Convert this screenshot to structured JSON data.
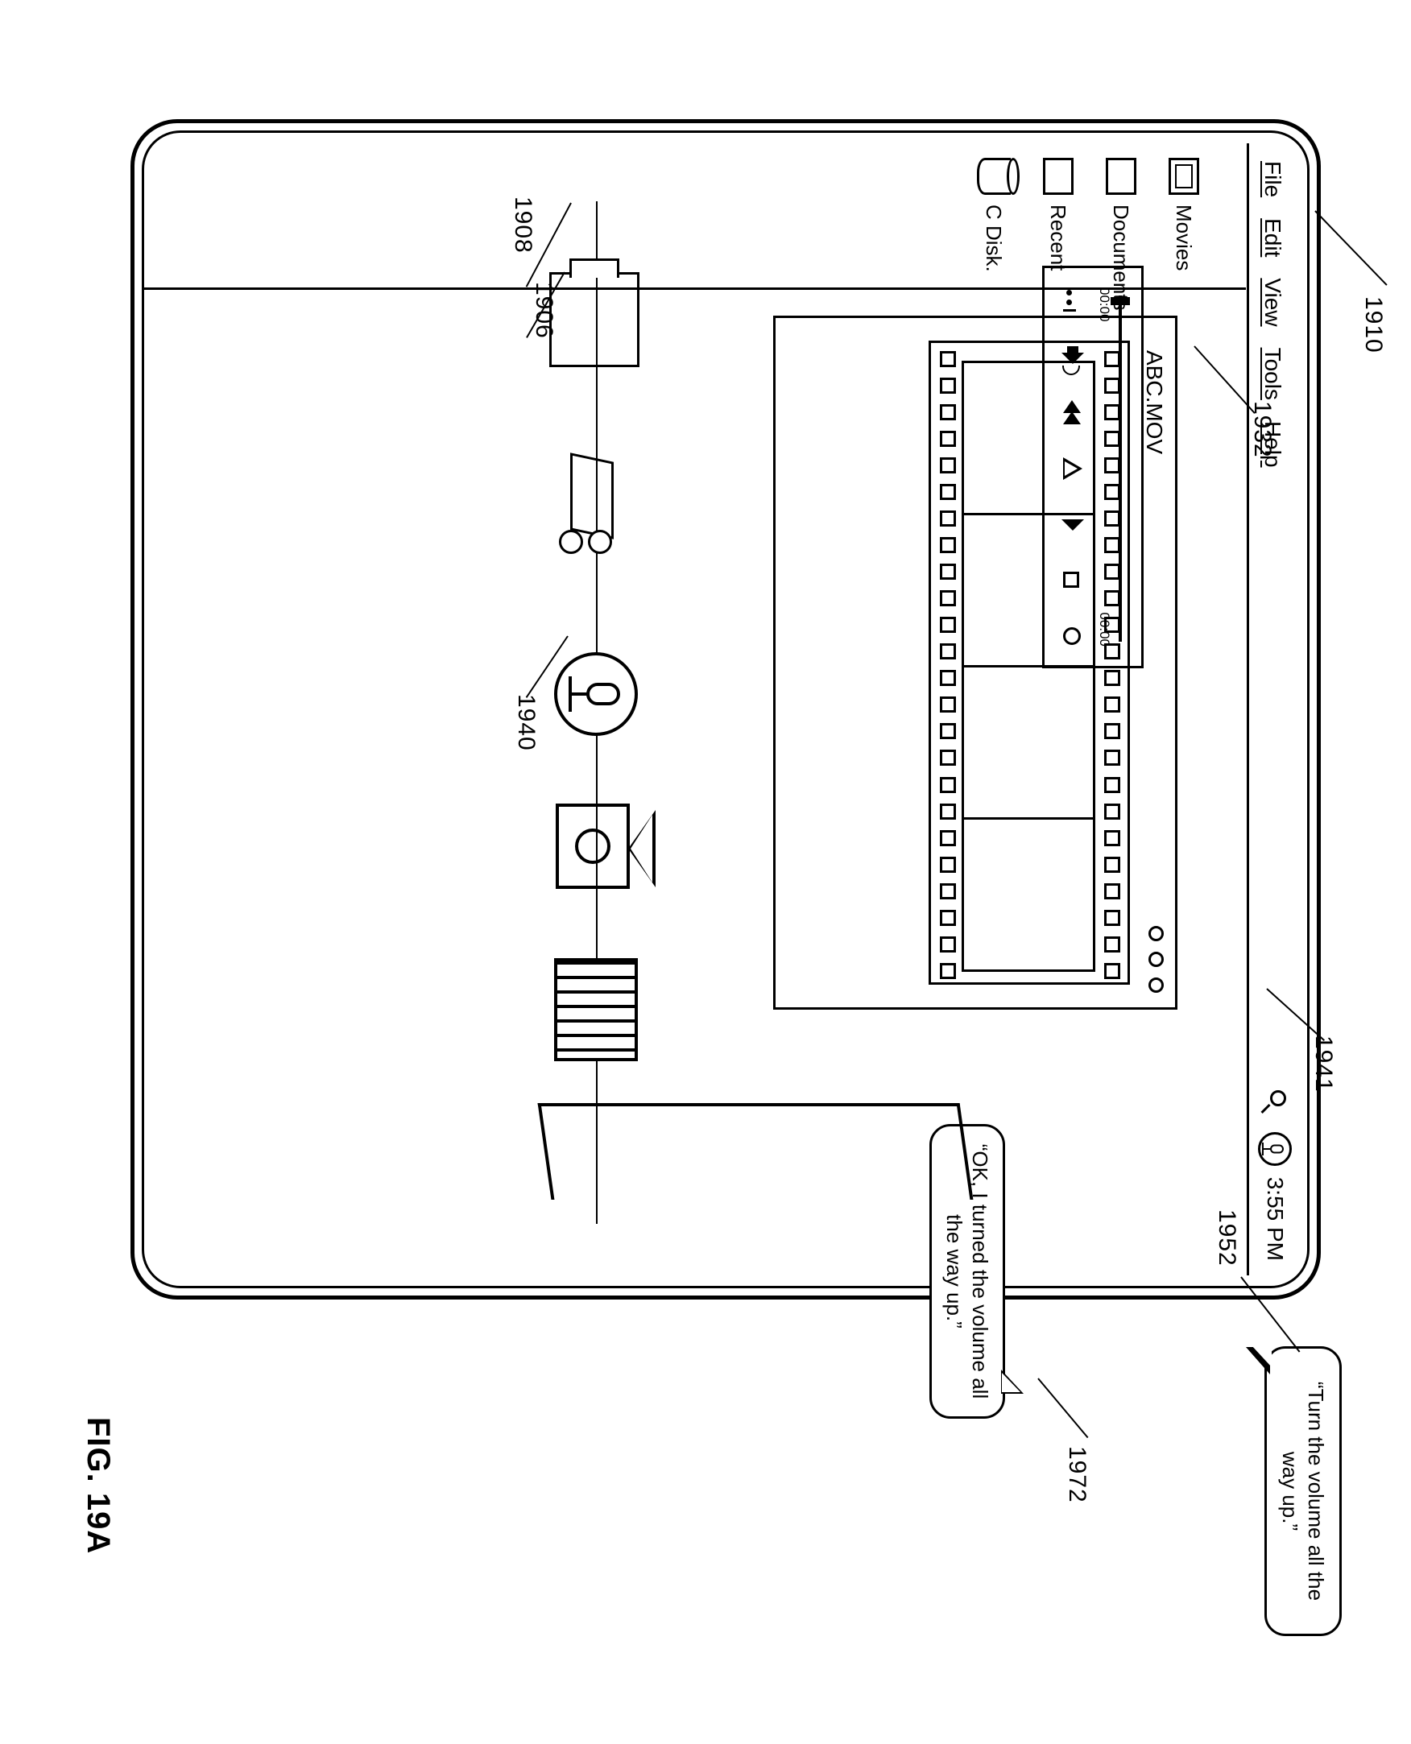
{
  "figure": {
    "caption": "FIG. 19A",
    "reference_numerals": [
      {
        "id": "1910",
        "label": "1910"
      },
      {
        "id": "1941",
        "label": "1941"
      },
      {
        "id": "1906",
        "label": "1906"
      },
      {
        "id": "1932",
        "label": "1932"
      },
      {
        "id": "1952",
        "label": "1952"
      },
      {
        "id": "1972",
        "label": "1972"
      },
      {
        "id": "1940",
        "label": "1940"
      },
      {
        "id": "1908",
        "label": "1908"
      }
    ]
  },
  "menubar": {
    "items": [
      {
        "label": "File"
      },
      {
        "label": "Edit"
      },
      {
        "label": "View"
      },
      {
        "label": "Tools"
      },
      {
        "label": "Help"
      }
    ],
    "clock": "3:55 PM",
    "mic_icon": "microphone-icon",
    "search_icon": "search-icon"
  },
  "sidebar": {
    "items": [
      {
        "label": "Movies",
        "icon": "film-folder-icon"
      },
      {
        "label": "Documents",
        "icon": "folder-icon"
      },
      {
        "label": "Recent",
        "icon": "folder-icon"
      },
      {
        "label": "C Disk.",
        "icon": "disk-drive-icon"
      }
    ]
  },
  "player": {
    "title": "ABC.MOV",
    "window_dots": [
      "dot-1",
      "dot-2",
      "dot-3"
    ],
    "filmstrip": {
      "frame_count": 4,
      "perforations_per_row": 24
    },
    "controls": {
      "time_elapsed": "00:00",
      "time_total": "00:00",
      "buttons": [
        {
          "name": "volume-button",
          "icon": "speaker-icon"
        },
        {
          "name": "rewind-button",
          "icon": "rewind-icon"
        },
        {
          "name": "play-button",
          "icon": "play-triangle-icon"
        },
        {
          "name": "fast-forward-button",
          "icon": "fast-forward-icon"
        },
        {
          "name": "eject-button",
          "icon": "eject-icon"
        },
        {
          "name": "settings-button",
          "icon": "gear-icon"
        }
      ]
    }
  },
  "bubbles": [
    {
      "id": "user-utterance",
      "ref": "1952",
      "text": "“Turn the volume all the way up.”"
    },
    {
      "id": "system-response",
      "ref": "1972",
      "text": "“OK, I turned the volume all the way up.”"
    }
  ],
  "devices": [
    {
      "name": "server-icon",
      "ref": "1908"
    },
    {
      "name": "telephone-handset-icon",
      "ref": ""
    },
    {
      "name": "microphone-icon",
      "ref": "1940"
    },
    {
      "name": "camera-icon",
      "ref": ""
    },
    {
      "name": "speaker-grille-icon",
      "ref": ""
    },
    {
      "name": "display-screen-icon",
      "ref": ""
    }
  ],
  "colors": {
    "ink": "#000000",
    "paper": "#ffffff"
  }
}
